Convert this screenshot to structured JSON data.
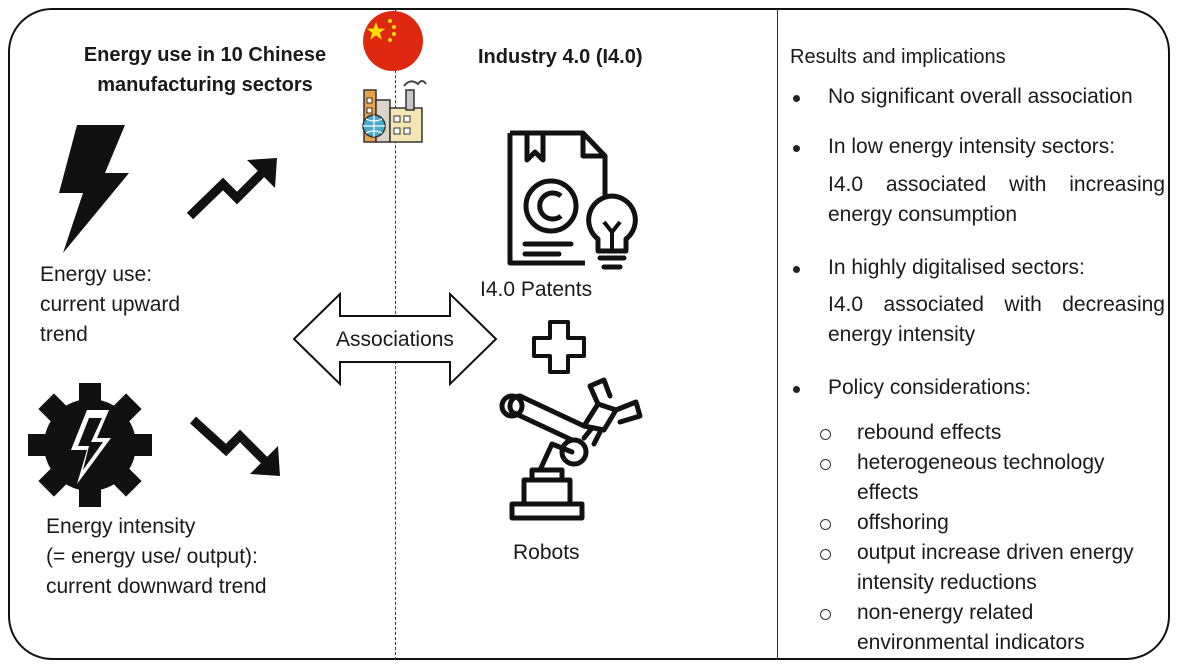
{
  "left": {
    "title_line1": "Energy use in 10 Chinese",
    "title_line2": "manufacturing sectors",
    "energy_use": [
      "Energy use:",
      "current upward",
      "trend"
    ],
    "energy_intensity": [
      "Energy  intensity",
      "(= energy use/ output):",
      "current downward trend"
    ]
  },
  "middle": {
    "title": "Industry 4.0 (I4.0)",
    "patents_label": "I4.0 Patents",
    "robots_label": "Robots",
    "associations_label": "Associations"
  },
  "right": {
    "title": "Results and implications",
    "bullet1": "No significant overall association",
    "bullet2": "In low energy intensity sectors:",
    "bullet2_detail_line1": "I4.0  associated  with  increasing",
    "bullet2_detail_line2": "energy consumption",
    "bullet3": "In highly digitalised sectors:",
    "bullet3_detail_line1": "I4.0  associated  with  decreasing",
    "bullet3_detail_line2": "energy intensity",
    "bullet4": "Policy considerations:",
    "sub": [
      [
        "rebound effects"
      ],
      [
        "heterogeneous technology",
        "effects"
      ],
      [
        "offshoring"
      ],
      [
        "output increase driven energy",
        "intensity reductions"
      ],
      [
        "non-energy related",
        "environmental indicators"
      ]
    ]
  },
  "icons": [
    "china-flag-icon",
    "factory-icon",
    "lightning-bolt-icon",
    "trend-up-arrow-icon",
    "gear-lightning-icon",
    "trend-down-arrow-icon",
    "patent-document-icon",
    "lightbulb-icon",
    "plus-icon",
    "robot-arm-icon",
    "double-arrow-icon"
  ],
  "colors": {
    "flag_red": "#de2910",
    "flag_star": "#ffde00",
    "ink": "#111111"
  }
}
